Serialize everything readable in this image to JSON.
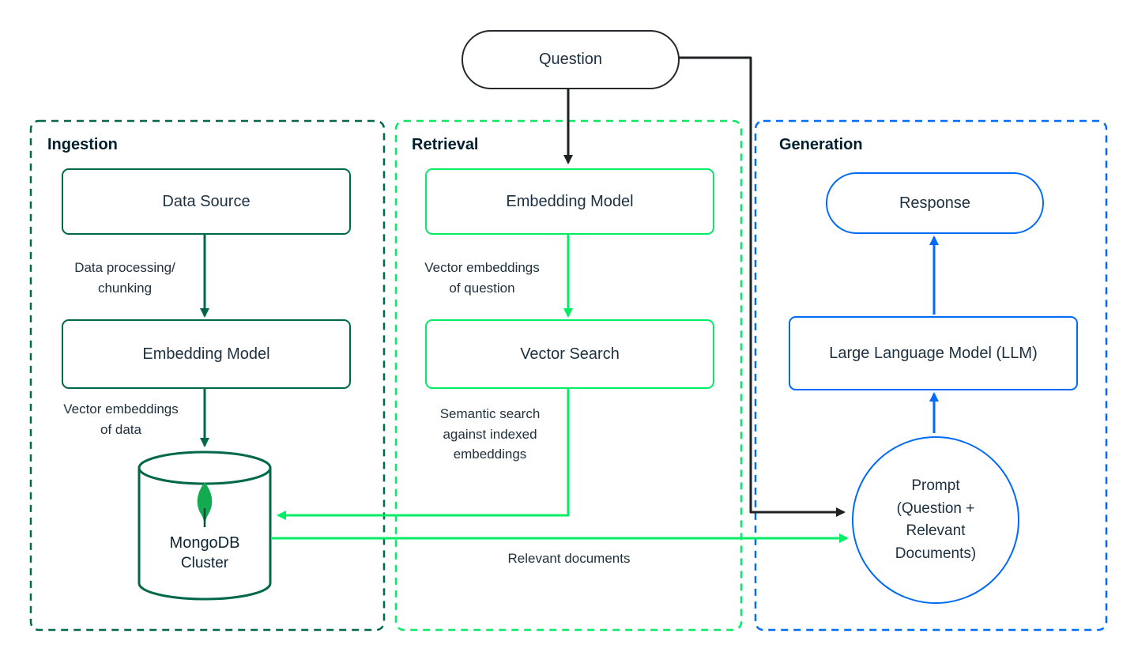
{
  "colors": {
    "dark_green": "#00684A",
    "bright_green": "#00ED64",
    "blue": "#016BF8",
    "black": "#1f2223",
    "leaf_green": "#13AA52",
    "text_dark": "#21313C"
  },
  "question": {
    "label": "Question"
  },
  "ingestion": {
    "title": "Ingestion",
    "data_source_label": "Data Source",
    "processing_label": "Data processing/\nchunking",
    "embedding_model_label": "Embedding Model",
    "vector_embeddings_label": "Vector embeddings\nof data",
    "mongodb_line1": "MongoDB",
    "mongodb_line2": "Cluster"
  },
  "retrieval": {
    "title": "Retrieval",
    "embedding_model_label": "Embedding Model",
    "vector_embeddings_label": "Vector embeddings\nof question",
    "vector_search_label": "Vector Search",
    "semantic_search_label": "Semantic search\nagainst indexed\nembeddings",
    "relevant_documents_label": "Relevant documents"
  },
  "generation": {
    "title": "Generation",
    "response_label": "Response",
    "llm_label": "Large Language Model (LLM)",
    "prompt_label": "Prompt\n(Question +\nRelevant\nDocuments)"
  }
}
